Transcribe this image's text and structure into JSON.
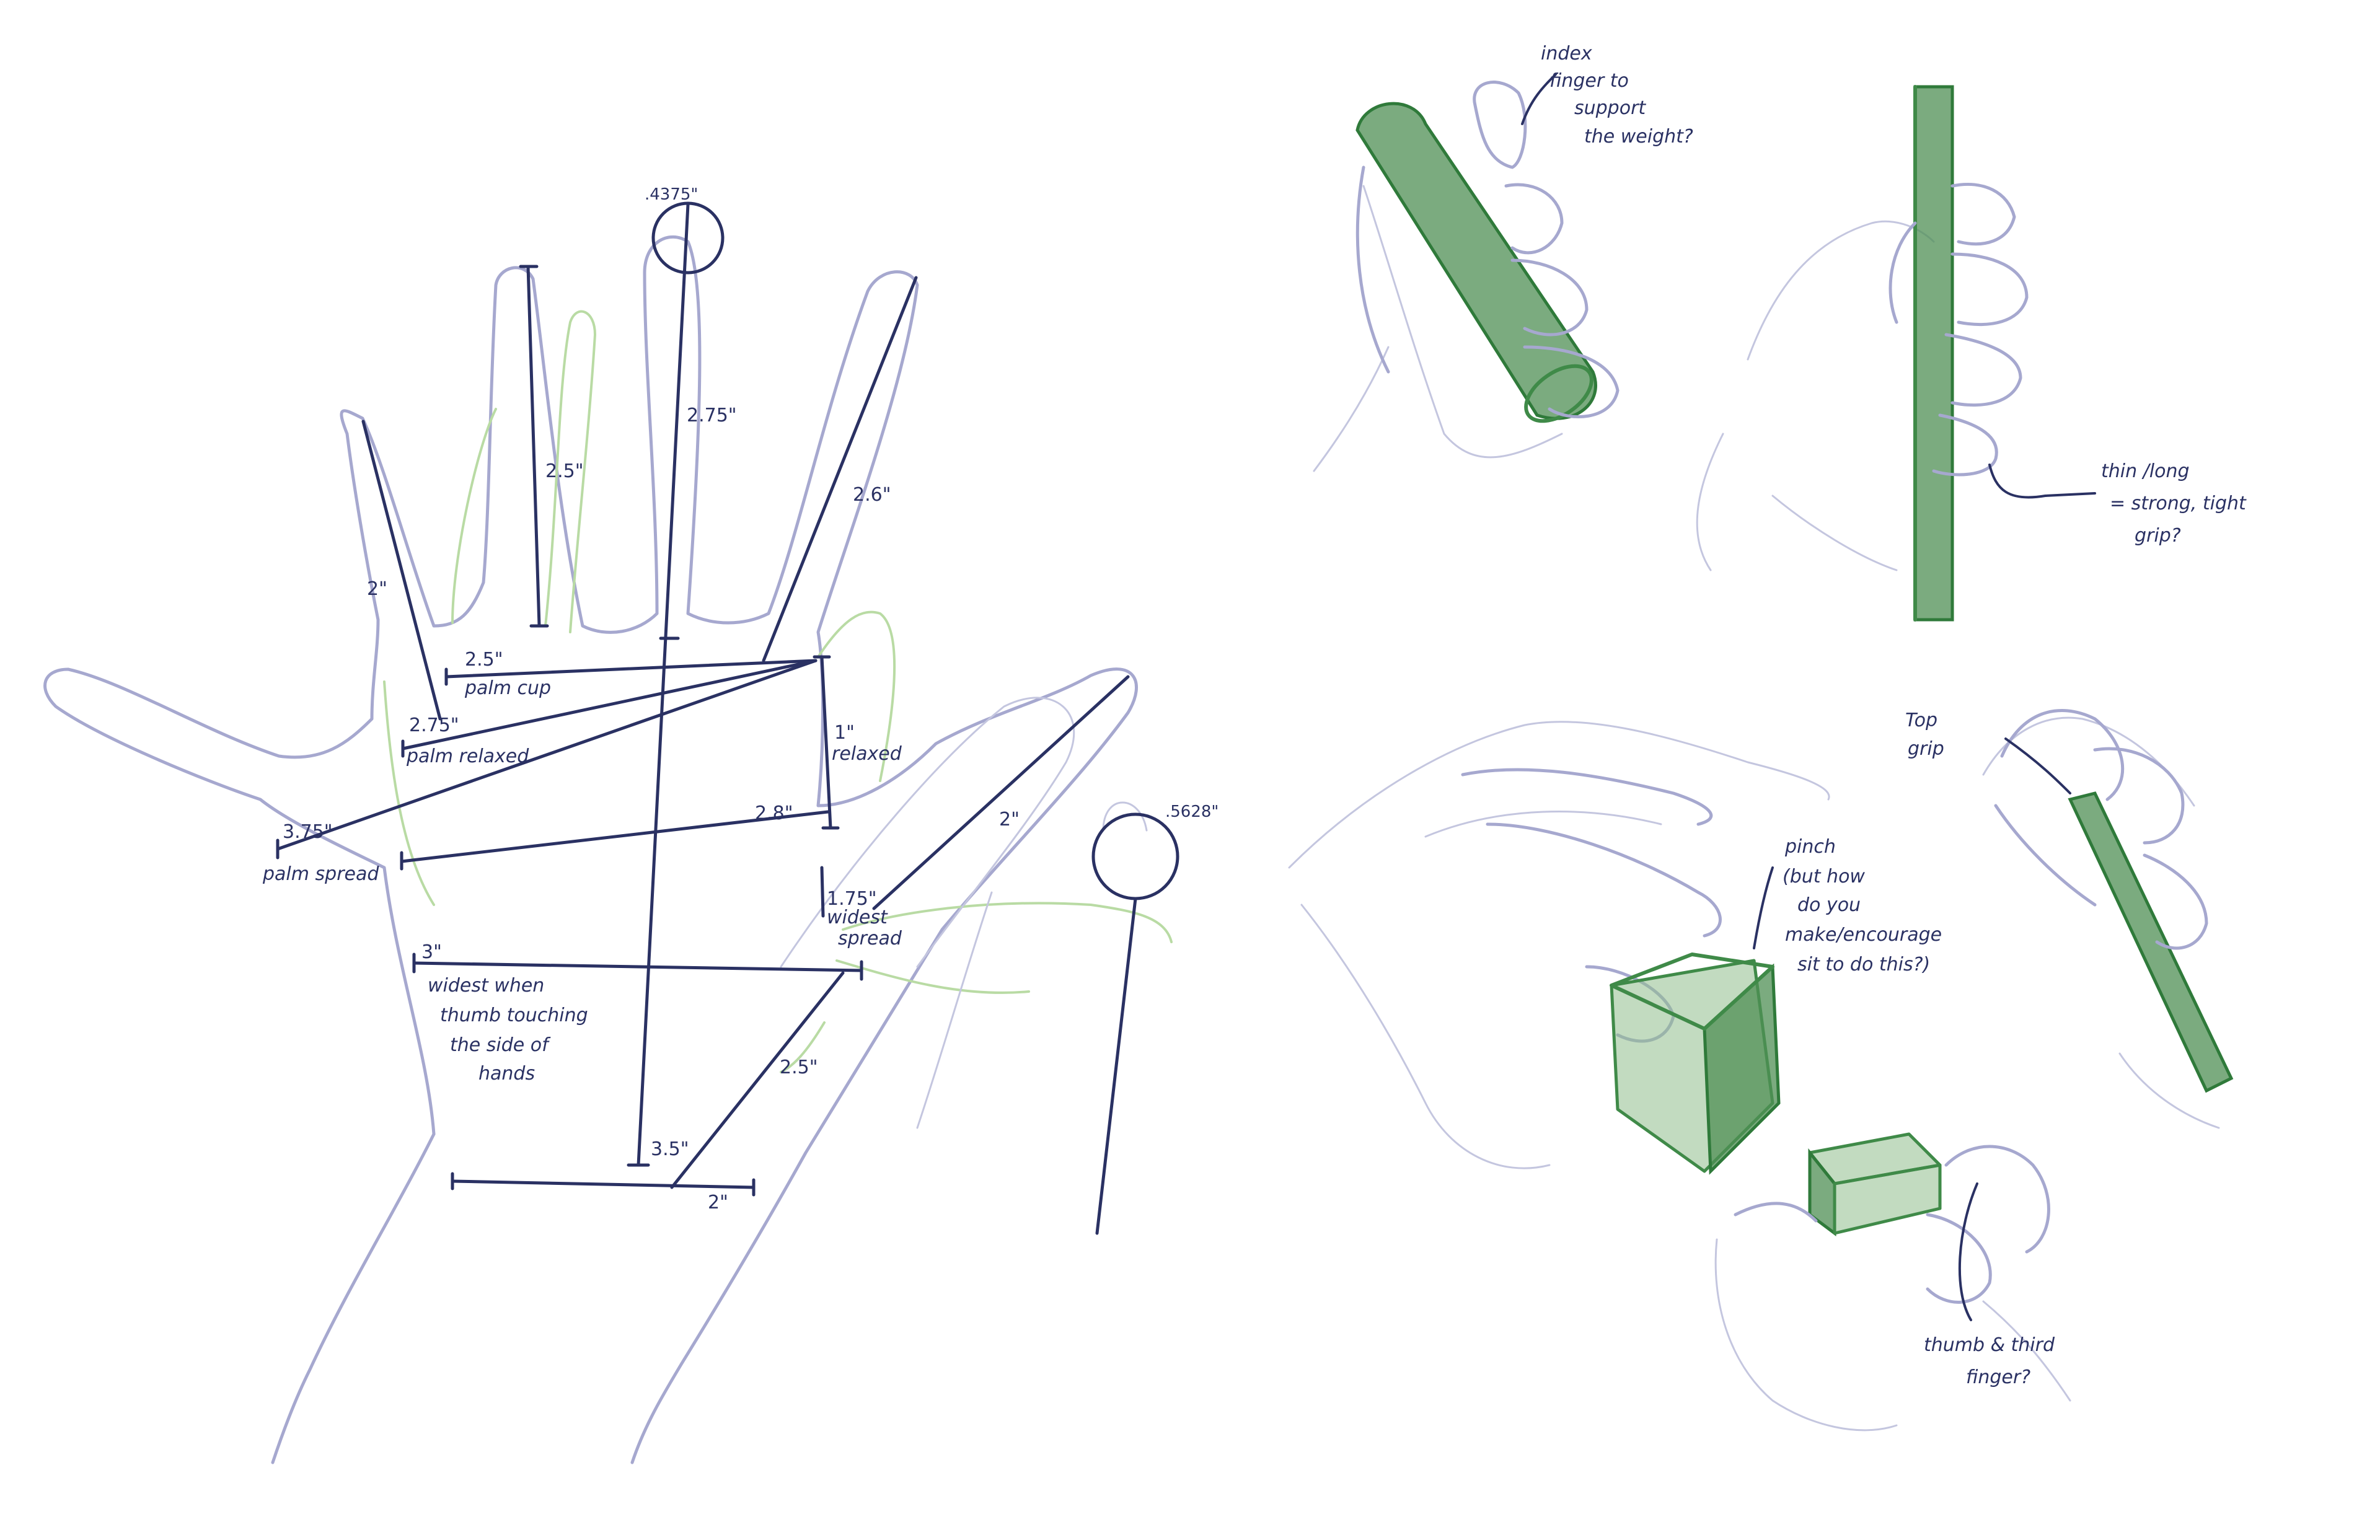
{
  "left_drawing": {
    "measurements": {
      "fingertip_circle": ".4375\"",
      "middle_finger": "2.75\"",
      "ring_finger": "2.5\"",
      "pinky_finger": "2\"",
      "index_finger": "2.6\"",
      "palm_cup_value": "2.5\"",
      "palm_cup_label": "palm cup",
      "palm_relaxed_value": "2.75\"",
      "palm_relaxed_label": "palm relaxed",
      "palm_spread_value": "3.75\"",
      "palm_spread_label": "palm spread",
      "relaxed_value": "1\"",
      "relaxed_label": "relaxed",
      "palm_width": "2.8\"",
      "thumb_length": "2\"",
      "thumb_circle": ".5628\"",
      "widest_spread_value": "1.75\"",
      "widest_spread_label_1": "widest",
      "widest_spread_label_2": "spread",
      "widest_value": "3\"",
      "widest_note_1": "widest when",
      "widest_note_2": "thumb touching",
      "widest_note_3": "the side of",
      "widest_note_4": "hands",
      "diagonal": "2.5\"",
      "hand_length": "3.5\"",
      "wrist_width": "2\""
    }
  },
  "right_drawings": {
    "note_index_1": "index",
    "note_index_2": "finger to",
    "note_index_3": "support",
    "note_index_4": "the weight?",
    "note_thin_1": "thin /long",
    "note_thin_2": "= strong, tight",
    "note_thin_3": "grip?",
    "note_top_1": "Top",
    "note_top_2": "grip",
    "note_pinch_1": "pinch",
    "note_pinch_2": "(but how",
    "note_pinch_3": "do you",
    "note_pinch_4": "make/encourage",
    "note_pinch_5": "sit to do this?)",
    "note_thumb_1": "thumb & third",
    "note_thumb_2": "finger?"
  },
  "colors": {
    "pencil_blue": "#a6a8cf",
    "pencil_green": "#3f8a48",
    "ink_navy": "#2a3163"
  }
}
